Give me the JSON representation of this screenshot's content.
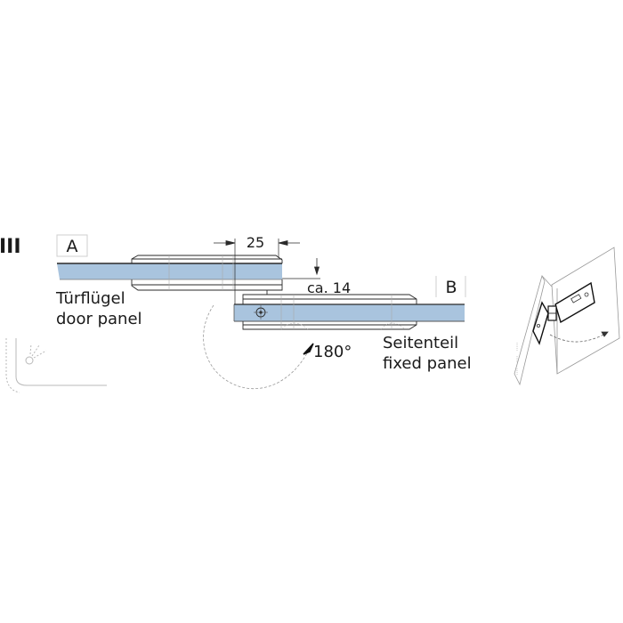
{
  "diagram": {
    "title_fragment": "III",
    "colors": {
      "glass": "#a9c4de",
      "line": "#2a2a2a",
      "faint": "#9a9a9a",
      "text": "#1a1a1a"
    },
    "panels": {
      "a": {
        "marker": "A",
        "label_de": "Türflügel",
        "label_en": "door panel"
      },
      "b": {
        "marker": "B",
        "label_de": "Seitenteil",
        "label_en": "fixed panel"
      }
    },
    "dimensions": {
      "width": "25",
      "offset": "ca. 14",
      "rotation": "180°"
    },
    "icons": {
      "isometric_hinge": "hinge-isometric-icon",
      "corner_sketch": "corner-sketch-icon"
    }
  }
}
